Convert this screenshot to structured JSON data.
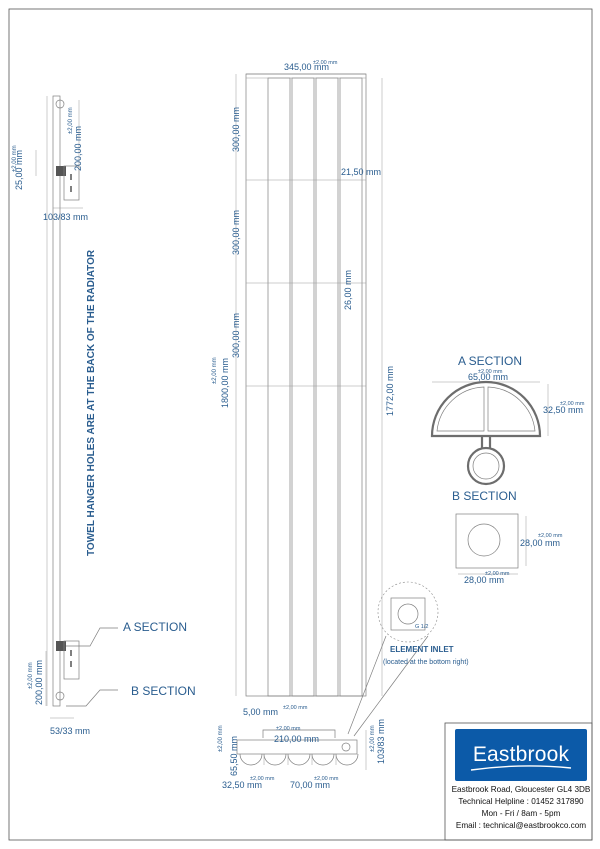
{
  "colors": {
    "text_blue": "#2a5d8f",
    "logo_bg": "#0c5aa8",
    "lines": "#7f7f7f"
  },
  "side_view": {
    "tol": "±2,00 mm",
    "top_gap": "25,00 mm",
    "hanger_spacing_top": "200,00 mm",
    "hanger_depth_top": "103/83 mm",
    "hanger_spacing_bottom": "200,00 mm",
    "bottom_depth": "53/33 mm",
    "note": "TOWEL HANGER HOLES ARE AT THE BACK OF THE RADIATOR",
    "a_section_callout": "A SECTION",
    "b_section_callout": "B SECTION"
  },
  "front_view": {
    "width": "345,00 mm",
    "width_tol": "±2,00 mm",
    "seg1": "300,00 mm",
    "seg2": "300,00 mm",
    "seg3": "300,00 mm",
    "height": "1800,00 mm",
    "height_tol": "±2,00 mm",
    "top_offset": "21,50 mm",
    "gap": "26,00 mm",
    "body_height": "1772,00 mm",
    "bottom_offset": "5,00 mm",
    "bottom_offset_tol": "±2,00 mm"
  },
  "inlet": {
    "title": "ELEMENT INLET",
    "note": "(located at the bottom right)",
    "thread": "G 1/2"
  },
  "bottom_view": {
    "pipe_centres": "210,00 mm",
    "pipe_centres_tol": "±2,00 mm",
    "depth": "65,50 mm",
    "depth_tol": "±2,00 mm",
    "wall_depth": "103/83 mm",
    "wall_depth_tol": "±2,00 mm",
    "column_radius": "32,50 mm",
    "column_radius_tol": "±2,00 mm",
    "column_pitch": "70,00 mm",
    "column_pitch_tol": "±2,00 mm"
  },
  "a_section": {
    "title": "A SECTION",
    "width": "65,00 mm",
    "width_tol": "±2,00 mm",
    "height": "32,50 mm",
    "height_tol": "±2,00 mm"
  },
  "b_section": {
    "title": "B SECTION",
    "side": "28,00 mm",
    "side_tol": "±2,00 mm",
    "bottom": "28,00 mm",
    "bottom_tol": "±2,00 mm"
  },
  "company": {
    "logo_text": "Eastbrook",
    "address": "Eastbrook Road, Gloucester GL4 3DB",
    "helpline": "Technical Helpline : 01452 317890",
    "hours": "Mon - Fri / 8am - 5pm",
    "email": "Email : technical@eastbrookco.com"
  }
}
